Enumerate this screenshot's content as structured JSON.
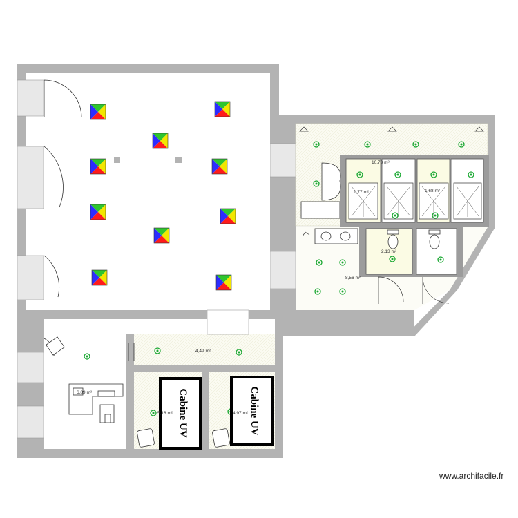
{
  "colors": {
    "wall": "#b3b3b3",
    "wall_dark": "#9c9c9c",
    "floor": "#ffffff",
    "tile_fill": "#fafaf0",
    "wc_highlight": "#fbfbe4",
    "light_green": "#1aa832",
    "projector": [
      "#2c2cff",
      "#2ec52e",
      "#ff1b1b",
      "#f2e600"
    ]
  },
  "rooms": [
    {
      "id": "shower-1",
      "area": "1,77 m²"
    },
    {
      "id": "sanitary-block",
      "area": "10,78 m²"
    },
    {
      "id": "shower-3",
      "area": "1,68 m²"
    },
    {
      "id": "wc",
      "area": "2,13 m²"
    },
    {
      "id": "washroom",
      "area": "8,56 m²"
    },
    {
      "id": "corridor",
      "area": "4,49 m²"
    },
    {
      "id": "office",
      "area": "6,89 m²"
    },
    {
      "id": "uv-room-1",
      "area": "5,18 m²"
    },
    {
      "id": "uv-room-2",
      "area": "4,97 m²"
    }
  ],
  "cabins": [
    {
      "label": "Cabine UV"
    },
    {
      "label": "Cabine UV"
    }
  ],
  "watermark": "www.archifacile.fr"
}
